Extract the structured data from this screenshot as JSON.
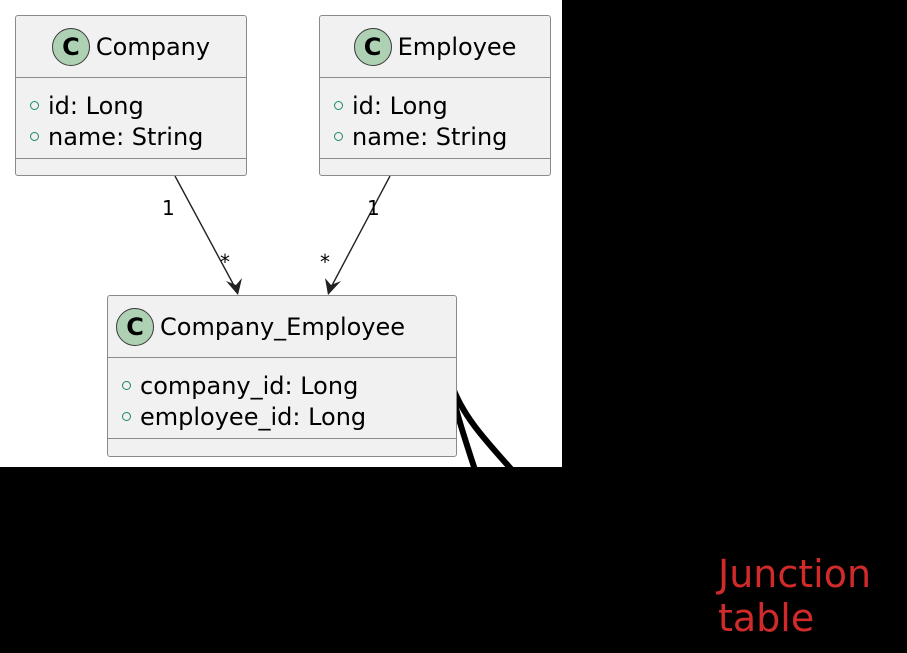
{
  "diagram": {
    "type": "uml-class-diagram",
    "classes": [
      {
        "name": "Company",
        "stereotype_icon": "C",
        "attributes": [
          {
            "visibility": "public",
            "text": "id: Long"
          },
          {
            "visibility": "public",
            "text": "name: String"
          }
        ]
      },
      {
        "name": "Employee",
        "stereotype_icon": "C",
        "attributes": [
          {
            "visibility": "public",
            "text": "id: Long"
          },
          {
            "visibility": "public",
            "text": "name: String"
          }
        ]
      },
      {
        "name": "Company_Employee",
        "stereotype_icon": "C",
        "attributes": [
          {
            "visibility": "public",
            "text": "company_id: Long"
          },
          {
            "visibility": "public",
            "text": "employee_id: Long"
          }
        ]
      }
    ],
    "relations": [
      {
        "from": "Company",
        "to": "Company_Employee",
        "from_multiplicity": "1",
        "to_multiplicity": "*"
      },
      {
        "from": "Employee",
        "to": "Company_Employee",
        "from_multiplicity": "1",
        "to_multiplicity": "*"
      }
    ]
  },
  "annotation": {
    "text_line1": "Junction",
    "text_line2": "table",
    "color": "#d02a2a"
  },
  "colors": {
    "class_fill": "#f1f1f1",
    "class_border": "#8a8a8a",
    "spot_fill": "#add1b2",
    "visibility_public": "#1b8a5a",
    "background_outside": "#000000"
  }
}
